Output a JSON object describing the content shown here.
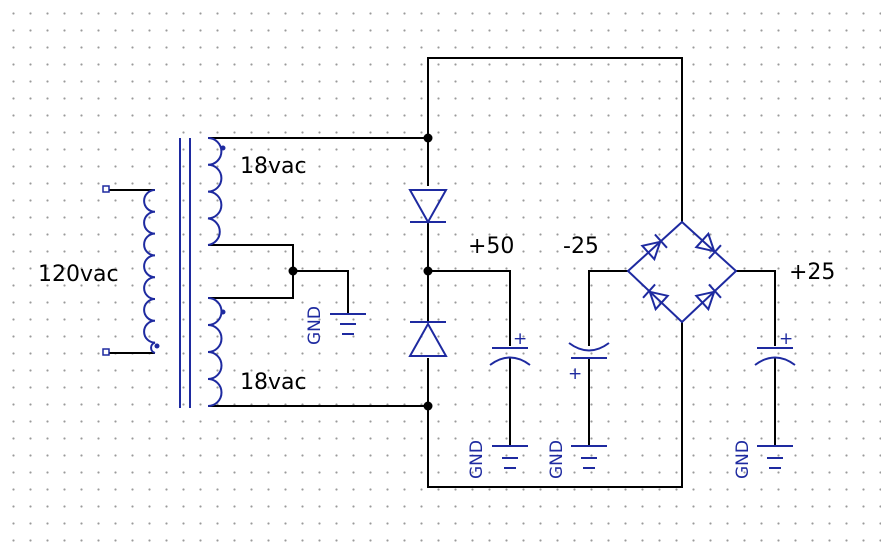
{
  "labels": {
    "primary": "120vac",
    "sec_top": "18vac",
    "sec_bottom": "18vac",
    "pos50": "+50",
    "neg25": "-25",
    "pos25": "+25"
  },
  "gnd_label": "GND",
  "cap_plus": "+",
  "cap_minus": "-",
  "colors": {
    "wire": "#000000",
    "component": "#1e2aa0",
    "grid_dot": "#9a9a9a"
  }
}
